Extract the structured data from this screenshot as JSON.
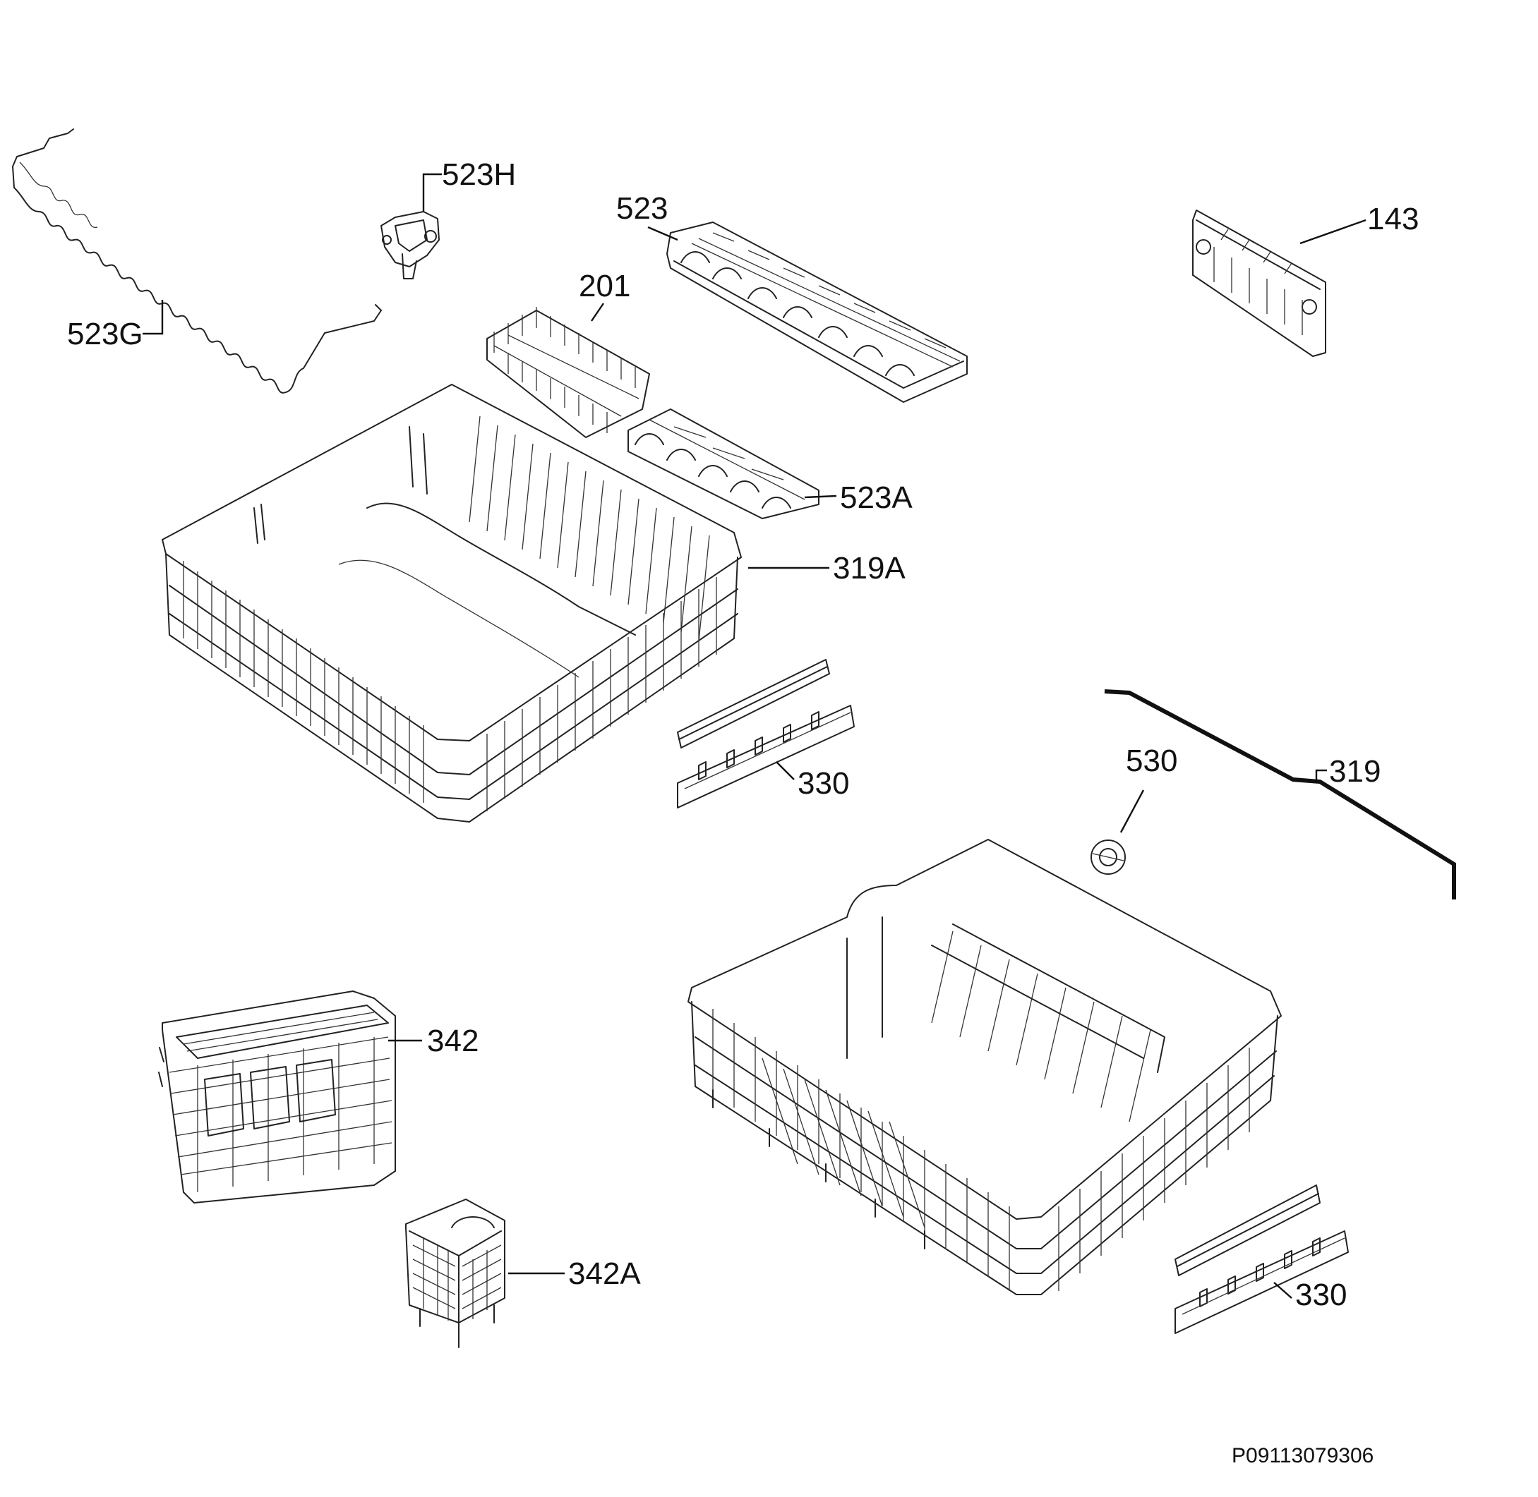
{
  "labels": {
    "l523H": "523H",
    "l523": "523",
    "l143": "143",
    "l201": "201",
    "l523G": "523G",
    "l523A": "523A",
    "l319A": "319A",
    "l330a": "330",
    "l530": "530",
    "l319": "319",
    "l342": "342",
    "l342A": "342A",
    "l330b": "330"
  },
  "document_number": "P09113079306"
}
